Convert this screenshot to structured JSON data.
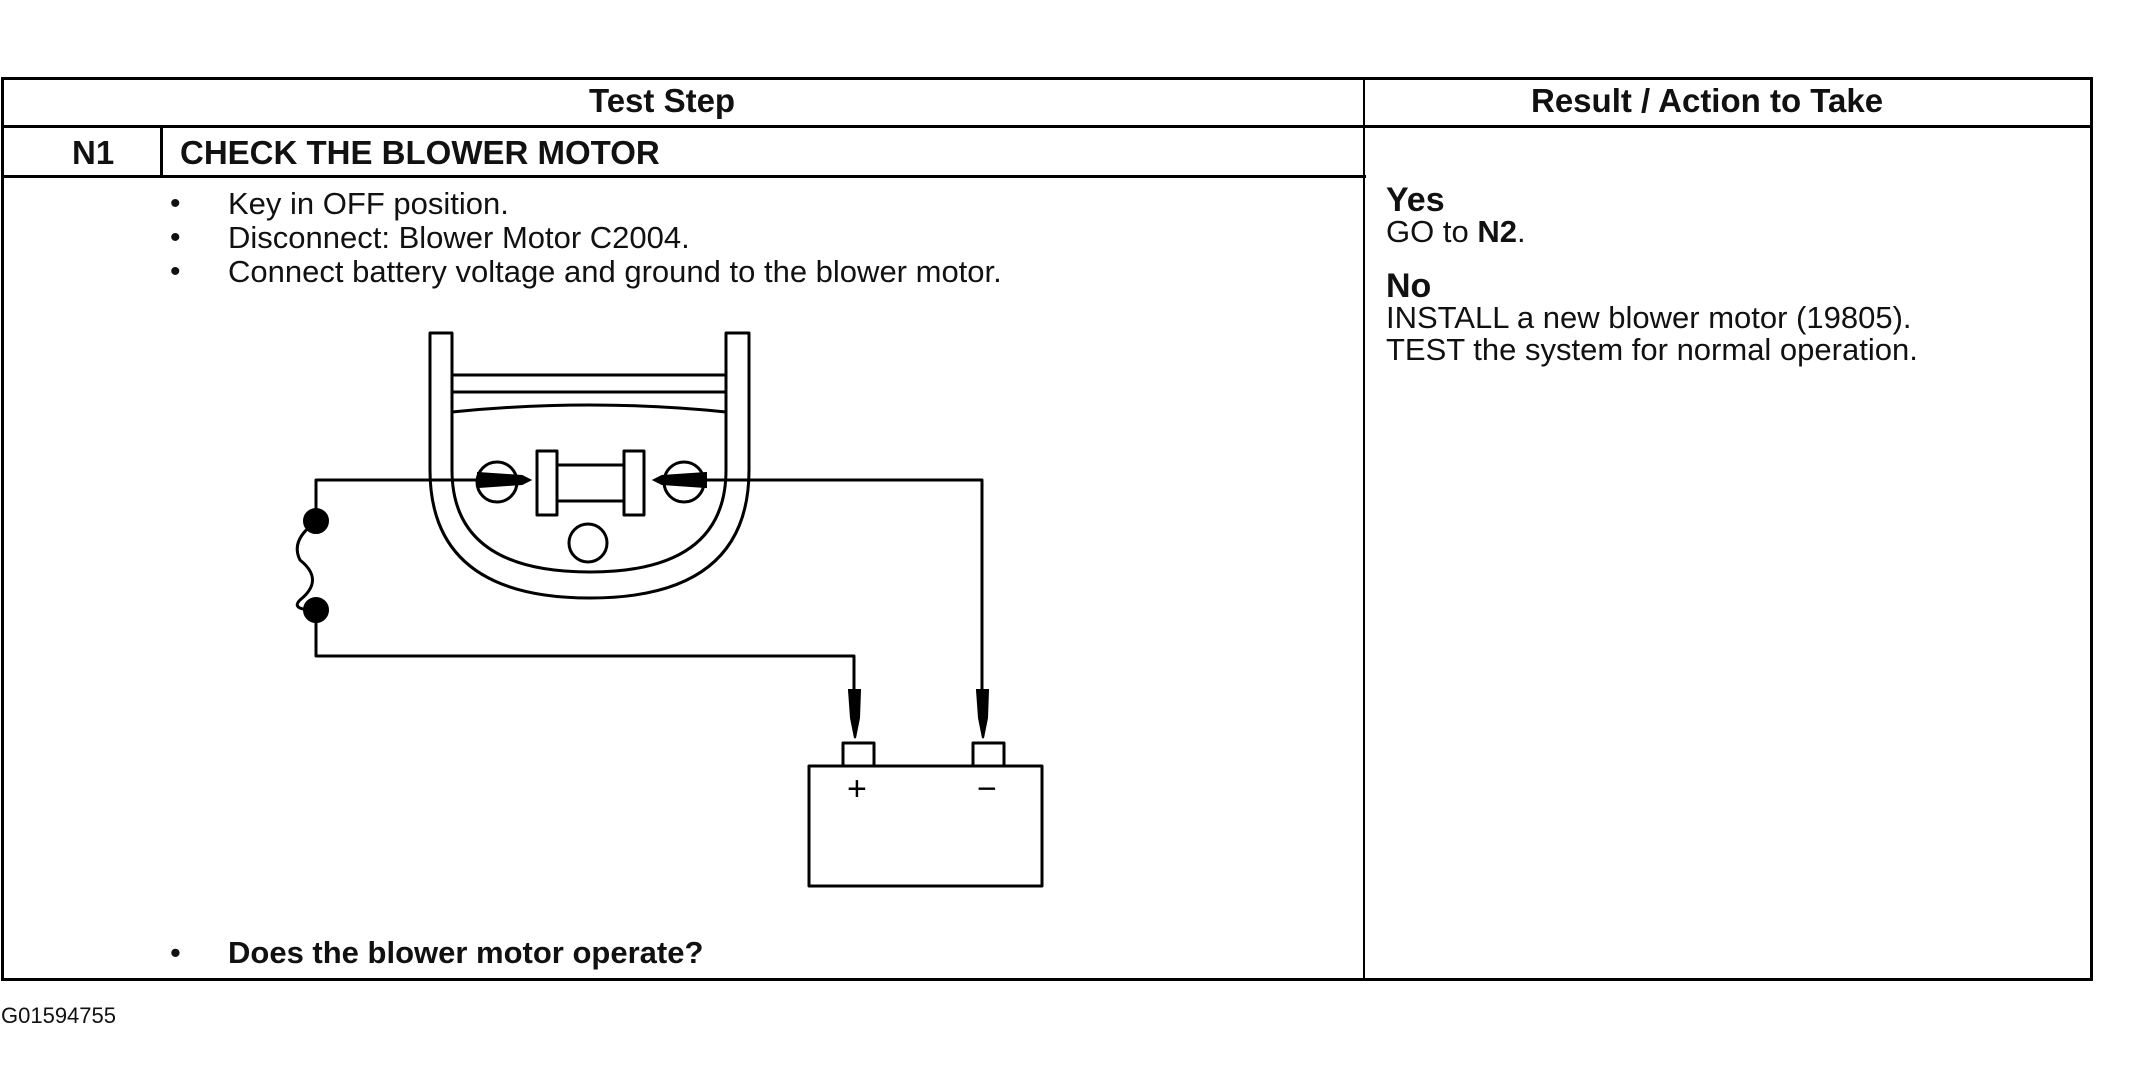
{
  "table": {
    "header_left": "Test Step",
    "header_right": "Result / Action to Take",
    "step_id": "N1",
    "step_title": "CHECK THE BLOWER MOTOR",
    "instructions": [
      "Key in OFF position.",
      "Disconnect: Blower Motor C2004.",
      "Connect battery voltage and ground to the blower motor."
    ],
    "question": "Does the blower motor operate?",
    "results": {
      "yes_label": "Yes",
      "yes_action_prefix": "GO to ",
      "yes_action_target": "N2",
      "yes_action_suffix": ".",
      "no_label": "No",
      "no_action_lines": [
        "INSTALL a new blower motor (19805).",
        "TEST the system for normal operation."
      ]
    }
  },
  "diagram": {
    "battery_plus": "+",
    "battery_minus": "−"
  },
  "figure_id": "G01594755"
}
